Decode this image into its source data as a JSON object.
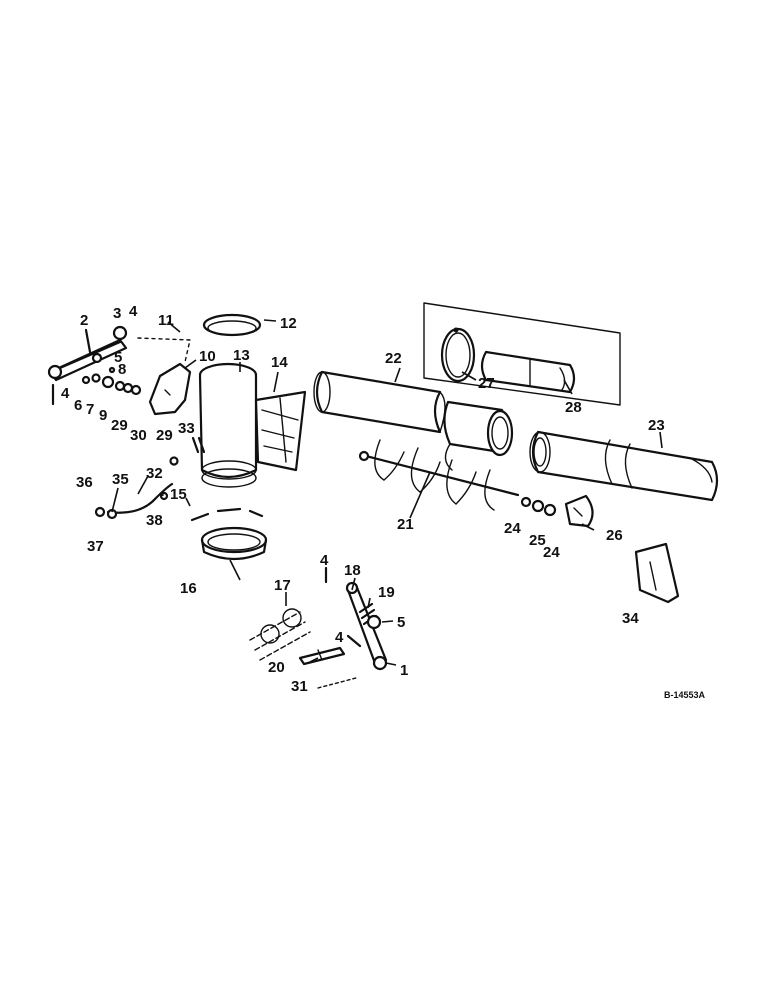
{
  "diagram": {
    "reference_code": "B-14553A",
    "callouts": [
      "1",
      "2",
      "3",
      "4",
      "5",
      "6",
      "7",
      "8",
      "9",
      "10",
      "11",
      "12",
      "13",
      "14",
      "15",
      "16",
      "17",
      "18",
      "19",
      "20",
      "21",
      "22",
      "23",
      "24",
      "25",
      "26",
      "27",
      "28",
      "29",
      "30",
      "31",
      "32",
      "33",
      "34",
      "35",
      "36",
      "37",
      "38"
    ]
  }
}
